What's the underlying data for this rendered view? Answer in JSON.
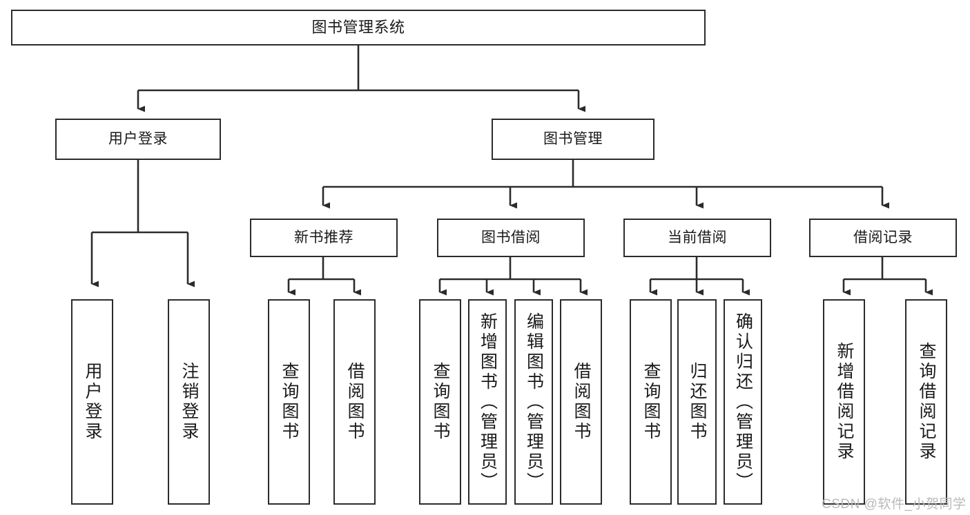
{
  "diagram": {
    "type": "tree-hierarchy",
    "title": "图书管理系统",
    "orientation": "top-down",
    "colors": {
      "stroke": "#2b2b2b",
      "fill": "#ffffff",
      "text": "#1a1a1a",
      "watermark": "#b9b9b9"
    },
    "nodes": {
      "root": {
        "label": "图书管理系统"
      },
      "level2": [
        {
          "label": "用户登录"
        },
        {
          "label": "图书管理"
        }
      ],
      "level3": [
        {
          "label": "新书推荐"
        },
        {
          "label": "图书借阅"
        },
        {
          "label": "当前借阅"
        },
        {
          "label": "借阅记录"
        }
      ],
      "leaves": {
        "user_login": [
          {
            "label": "用户登录"
          },
          {
            "label": "注销登录"
          }
        ],
        "new_book_recommend": [
          {
            "label": "查询图书"
          },
          {
            "label": "借阅图书"
          }
        ],
        "book_borrow": [
          {
            "label": "查询图书"
          },
          {
            "label": "新增图书（管理员）"
          },
          {
            "label": "编辑图书（管理员）"
          },
          {
            "label": "借阅图书"
          }
        ],
        "current_borrow": [
          {
            "label": "查询图书"
          },
          {
            "label": "归还图书"
          },
          {
            "label": "确认归还（管理员）"
          }
        ],
        "borrow_record": [
          {
            "label": "新增借阅记录"
          },
          {
            "label": "查询借阅记录"
          }
        ]
      }
    }
  },
  "watermark": {
    "text": "CSDN @软件_小贺同学"
  }
}
